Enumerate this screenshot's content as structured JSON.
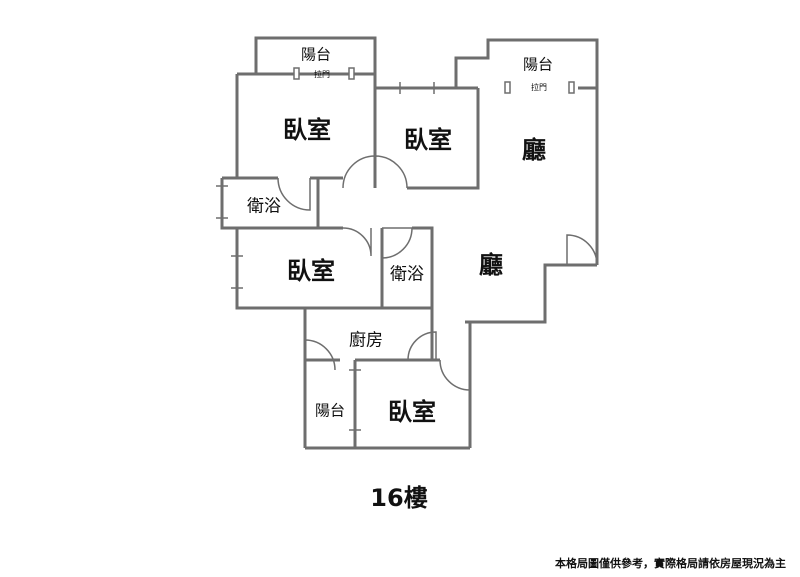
{
  "plan": {
    "rooms": {
      "bedroom_top_left": "臥室",
      "bedroom_top_middle": "臥室",
      "bedroom_middle_left": "臥室",
      "bedroom_bottom": "臥室",
      "living_upper": "廳",
      "living_lower": "廳",
      "bath_left": "衛浴",
      "bath_center": "衛浴",
      "kitchen": "廚房",
      "balcony_top_left": "陽台",
      "balcony_top_right": "陽台",
      "balcony_bottom": "陽台"
    },
    "sliding_door_left": "拉門",
    "sliding_door_right": "拉門",
    "floor_label": "16樓",
    "footnote": "本格局圖僅供參考，實際格局請依房屋現況為主",
    "colors": {
      "wall": "#6e6e6e",
      "text": "#111111"
    }
  }
}
